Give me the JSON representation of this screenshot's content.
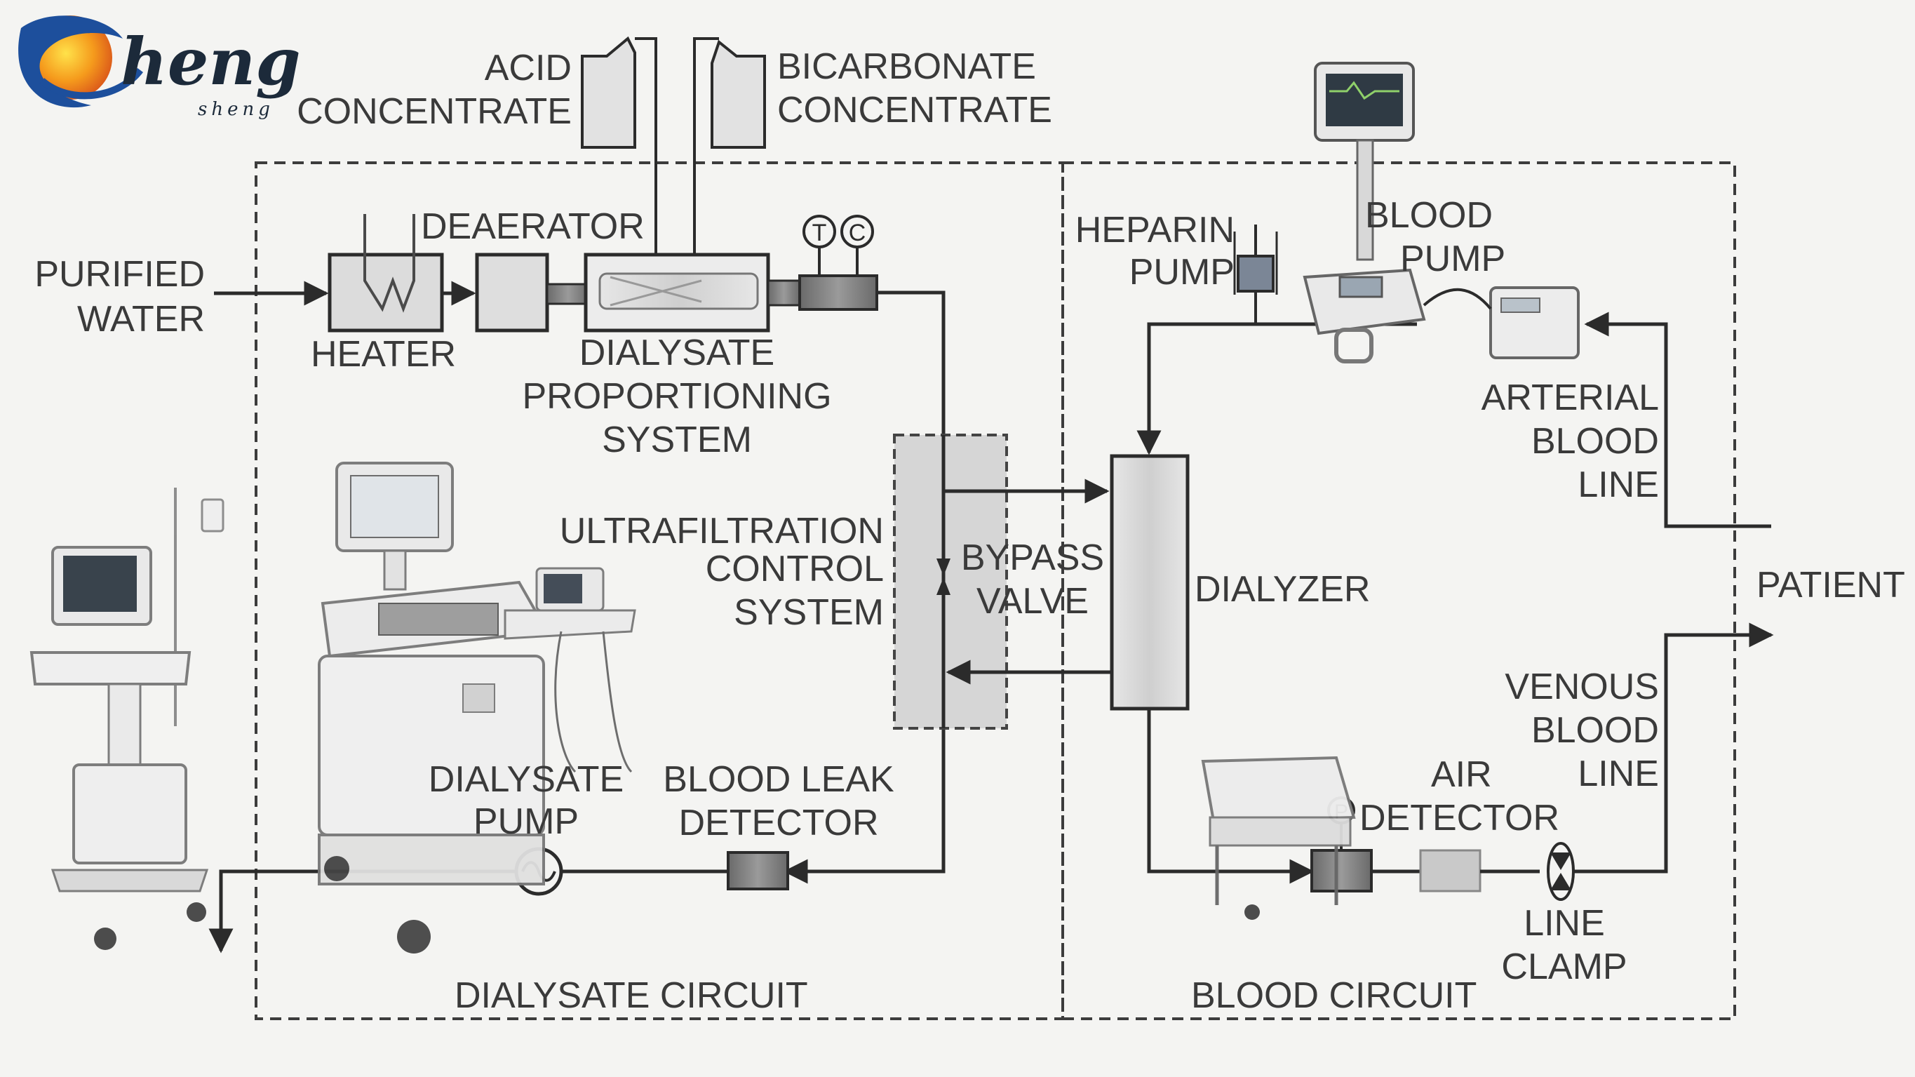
{
  "logo": {
    "main": "heng",
    "sub": "sheng"
  },
  "labels": {
    "acid": [
      "ACID",
      "CONCENTRATE"
    ],
    "bicarbonate": [
      "BICARBONATE",
      "CONCENTRATE"
    ],
    "purified_water": [
      "PURIFIED",
      "WATER"
    ],
    "heater": "HEATER",
    "deaerator": "DEAERATOR",
    "dialysate_proportioning": [
      "DIALYSATE",
      "PROPORTIONING",
      "SYSTEM"
    ],
    "heparin_pump": [
      "HEPARIN",
      "PUMP"
    ],
    "blood_pump": [
      "BLOOD",
      "PUMP"
    ],
    "arterial_blood_line": [
      "ARTERIAL",
      "BLOOD",
      "LINE"
    ],
    "ultrafiltration": [
      "ULTRAFILTRATION",
      "CONTROL",
      "SYSTEM"
    ],
    "bypass_valve": [
      "BYPASS",
      "VALVE"
    ],
    "dialyzer": "DIALYZER",
    "patient": "PATIENT",
    "venous_blood_line": [
      "VENOUS",
      "BLOOD",
      "LINE"
    ],
    "dialysate_pump": [
      "DIALYSATE",
      "PUMP"
    ],
    "blood_leak_detector": [
      "BLOOD LEAK",
      "DETECTOR"
    ],
    "air_detector": [
      "AIR",
      "DETECTOR"
    ],
    "line_clamp": [
      "LINE",
      "CLAMP"
    ],
    "dialysate_circuit": "DIALYSATE CIRCUIT",
    "blood_circuit": "BLOOD CIRCUIT",
    "temp_gauge": "T",
    "cond_gauge": "C",
    "pressure_gauge": "P"
  },
  "colors": {
    "line": "#2b2b2b",
    "box_fill": "#d9d9d9",
    "dashed": "#3c3c3c",
    "logo_orange": "#f08a1c",
    "logo_blue": "#1d4f9c"
  }
}
